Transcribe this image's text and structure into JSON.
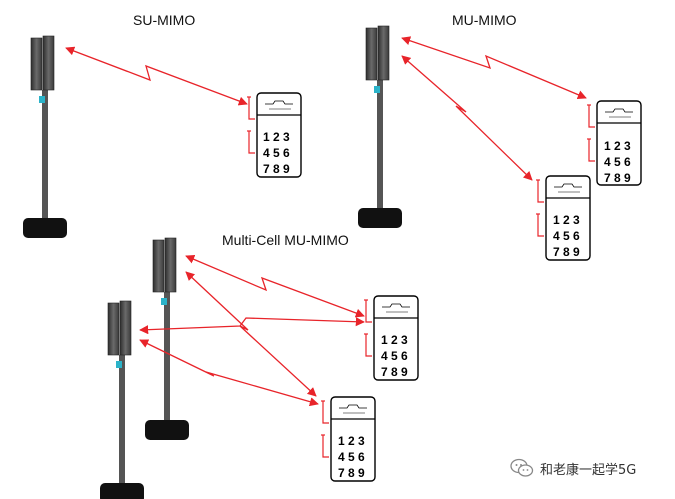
{
  "titles": {
    "su_mimo": "SU-MIMO",
    "mu_mimo": "MU-MIMO",
    "multi_cell": "Multi-Cell MU-MIMO"
  },
  "keypad": {
    "row1": "1 2 3",
    "row2": "4 5 6",
    "row3": "7 8 9"
  },
  "watermark": {
    "text": "和老康一起学5G",
    "icon": "wechat-icon"
  },
  "colors": {
    "link": "#e8242a",
    "antenna_panel": "#4a4a4a",
    "base": "#111111"
  }
}
